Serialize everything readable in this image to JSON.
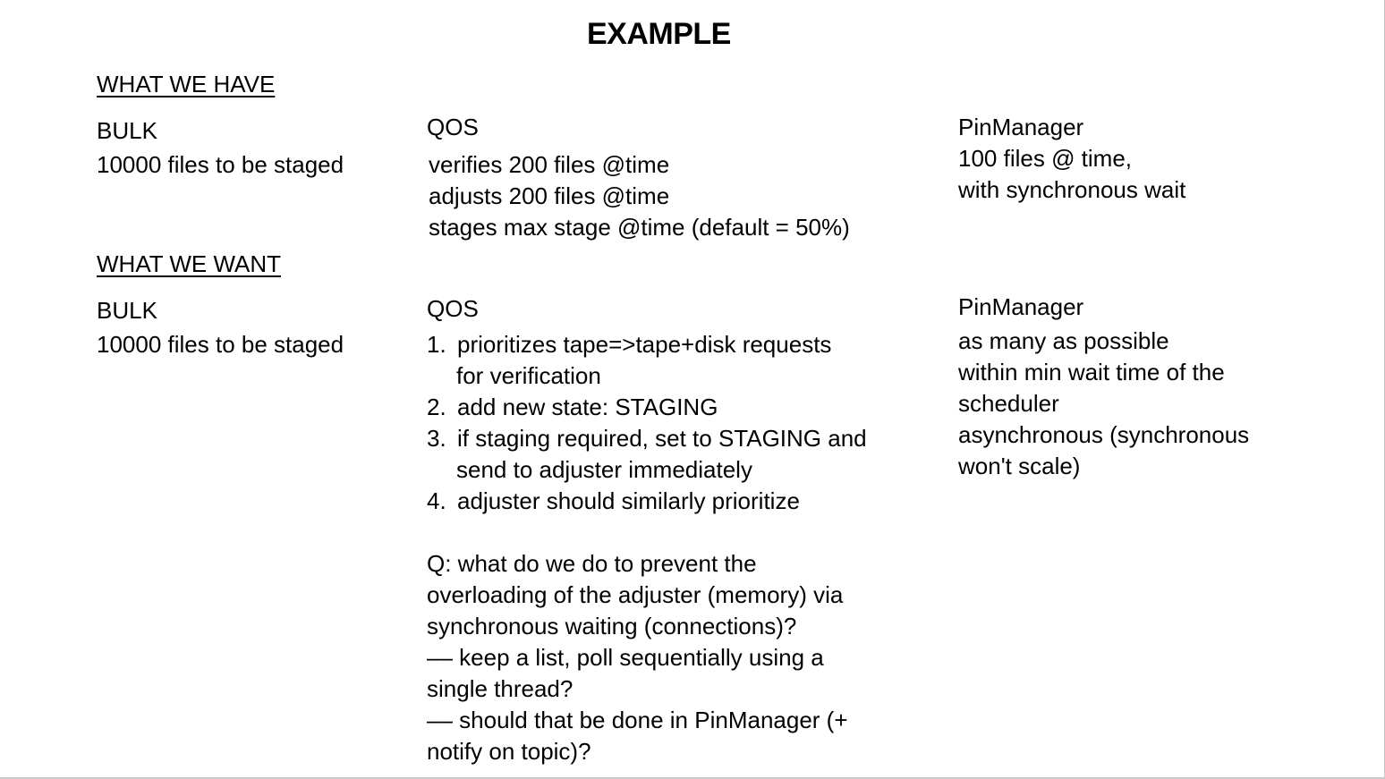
{
  "title": "EXAMPLE",
  "have": {
    "heading": "WHAT WE HAVE",
    "bulk": {
      "label": "BULK",
      "lines": [
        "10000 files to be staged"
      ]
    },
    "qos": {
      "label": "QOS",
      "lines": [
        "verifies 200 files @time",
        "adjusts 200 files @time",
        "stages max stage @time (default = 50%)"
      ]
    },
    "pinmanager": {
      "label": "PinManager",
      "lines": [
        "100 files @ time,",
        "with synchronous wait"
      ]
    }
  },
  "want": {
    "heading": "WHAT WE WANT",
    "bulk": {
      "label": "BULK",
      "lines": [
        "10000 files to be staged"
      ]
    },
    "qos": {
      "label": "QOS",
      "items": [
        {
          "number": "1.",
          "lines": [
            "prioritizes tape=>tape+disk requests",
            "for verification"
          ]
        },
        {
          "number": "2.",
          "lines": [
            "add new state: STAGING"
          ]
        },
        {
          "number": "3.",
          "lines": [
            "if staging required, set to STAGING and",
            "send to adjuster immediately"
          ]
        },
        {
          "number": "4.",
          "lines": [
            "adjuster should similarly prioritize"
          ]
        }
      ],
      "question_lines": [
        "Q: what do we do to prevent the",
        "overloading of the adjuster (memory) via",
        "synchronous waiting (connections)?",
        "–– keep a list, poll sequentially using a",
        "single thread?",
        "–– should that be done in PinManager (+",
        "notify on topic)?"
      ]
    },
    "pinmanager": {
      "label": "PinManager",
      "lines": [
        "as many as possible",
        "within min wait time of the",
        "scheduler",
        "asynchronous (synchronous",
        "won't scale)"
      ]
    }
  }
}
